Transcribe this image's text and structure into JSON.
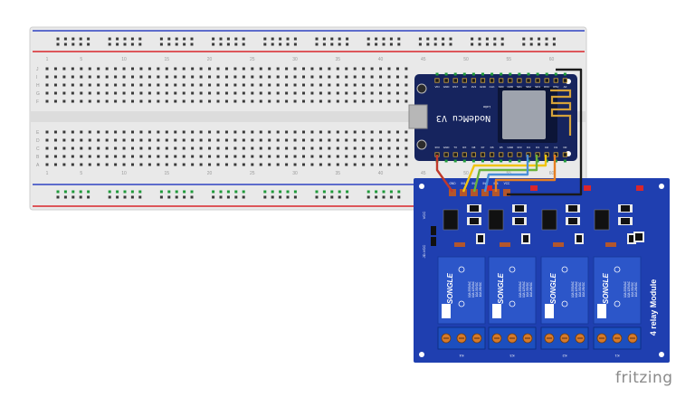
{
  "breadboard": {
    "column_numbers": [
      "1",
      "5",
      "10",
      "15",
      "20",
      "25",
      "30",
      "35",
      "40",
      "45",
      "50",
      "55",
      "60"
    ],
    "row_letters_top": [
      "J",
      "I",
      "H",
      "G",
      "F"
    ],
    "row_letters_bottom": [
      "E",
      "D",
      "C",
      "B",
      "A"
    ],
    "colors": {
      "body": "#e9e9e9",
      "red_rail": "#d9262b",
      "blue_rail": "#2f42c2"
    }
  },
  "nodemcu": {
    "label": "NodeMcu V3",
    "sublabel": "Lolin",
    "top_pins": [
      "VIN",
      "GND",
      "RST",
      "EN",
      "3V3",
      "GND",
      "CLK",
      "SD0",
      "CMD",
      "SD1",
      "SD2",
      "SD3",
      "RSV",
      "RSV",
      "A0"
    ],
    "bottom_pins": [
      "3V3",
      "GND",
      "TX",
      "RX",
      "D8",
      "D7",
      "D6",
      "D5",
      "GND",
      "3V3",
      "D4",
      "D3",
      "D2",
      "D1",
      "D0"
    ],
    "colors": {
      "body": "#16245e",
      "shield": "#9ea3ad"
    }
  },
  "relay_module": {
    "title": "4 relay Module",
    "header_pins": [
      "GND",
      "IN1",
      "IN2",
      "IN3",
      "IN4",
      "VCC"
    ],
    "side_labels": [
      "VCC",
      "JD-VCC"
    ],
    "relay_brand": "SONGLE",
    "relay_ratings": [
      "10A 250VAC",
      "10A 125VAC",
      "10A 30VDC",
      "10A 28VDC"
    ],
    "channel_labels": [
      "K4",
      "K3",
      "K2",
      "K1"
    ],
    "colors": {
      "board": "#1f3fb0",
      "relay": "#2c56c9"
    }
  },
  "wires": [
    {
      "name": "vin",
      "color": "#c0392b"
    },
    {
      "name": "d1",
      "color": "#f1c40f"
    },
    {
      "name": "d2",
      "color": "#6ab23b"
    },
    {
      "name": "d3",
      "color": "#4a90d9"
    },
    {
      "name": "d4",
      "color": "#e67e22"
    },
    {
      "name": "gnd",
      "color": "#1a1a1a"
    }
  ],
  "watermark": "fritzing"
}
